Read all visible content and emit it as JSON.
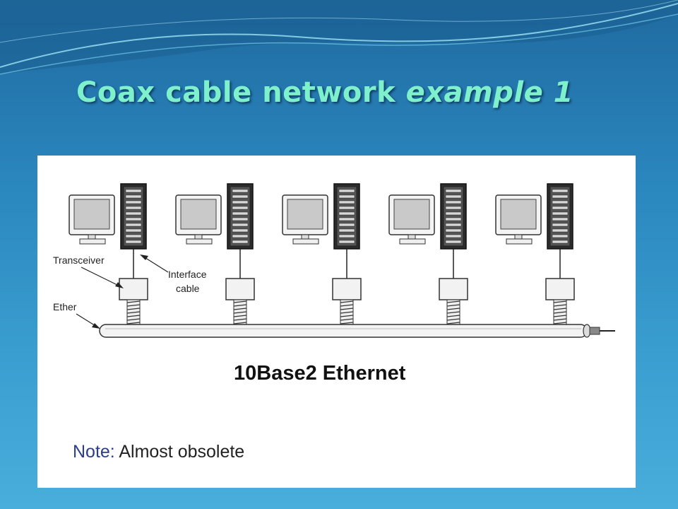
{
  "slide": {
    "title_main": "Coax cable network",
    "title_italic": "example 1"
  },
  "diagram": {
    "station_count": 5,
    "labels": {
      "transceiver": "Transceiver",
      "interface_line1": "Interface",
      "interface_line2": "cable",
      "ether": "Ether"
    },
    "caption": "10Base2 Ethernet",
    "note_key": "Note:",
    "note_text": "Almost obsolete"
  },
  "colors": {
    "title": "#7ff0cc",
    "note_key": "#2b3f8f"
  }
}
